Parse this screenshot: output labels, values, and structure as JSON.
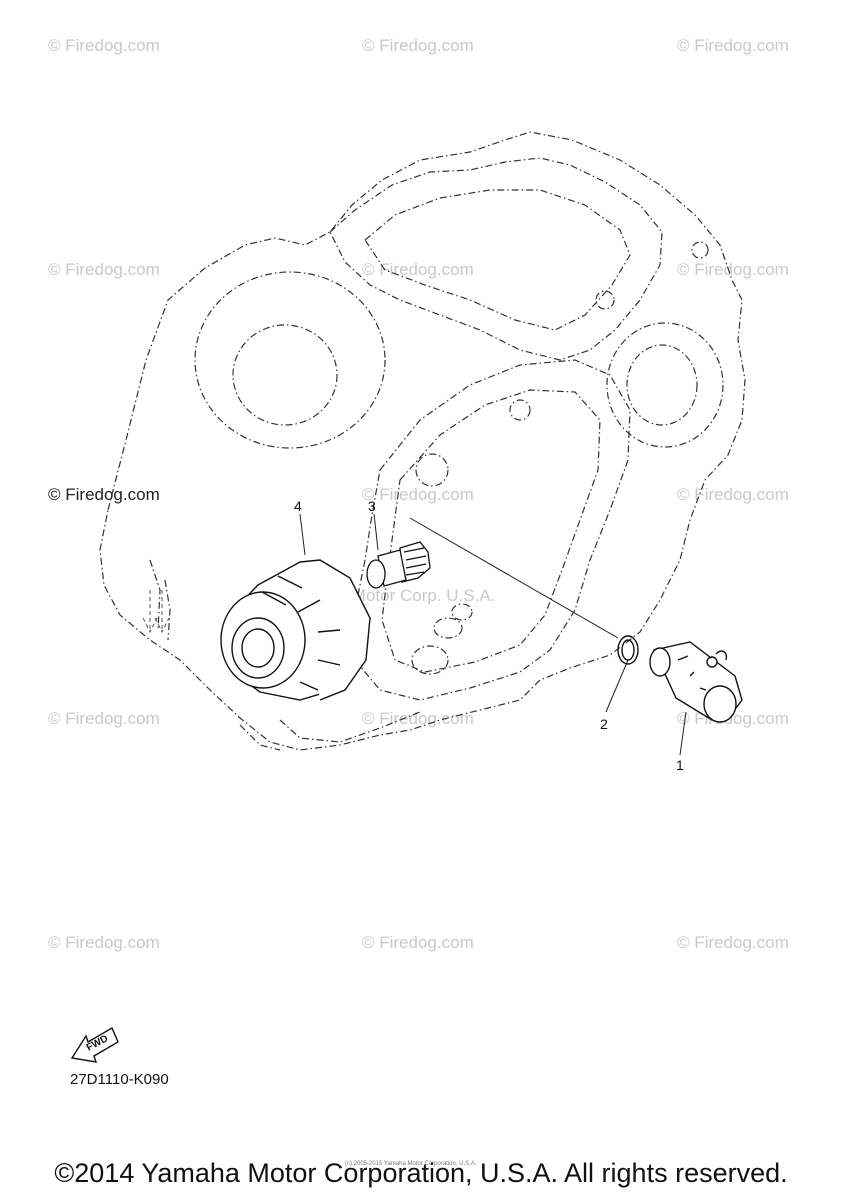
{
  "watermark": "© Firedog.com",
  "watermark_dark": "© Firedog.com",
  "ghost_text": "Yamaha Motor Corp. U.S.A.",
  "callouts": [
    "1",
    "2",
    "3",
    "4"
  ],
  "fwd_label": "FWD",
  "ref_code": "27D1110-K090",
  "tiny_notice": "(c) 2005-2015 Yamaha Motor Corporation, U.S.A.",
  "footer": "©2014 Yamaha Motor Corporation, U.S.A. All rights reserved."
}
